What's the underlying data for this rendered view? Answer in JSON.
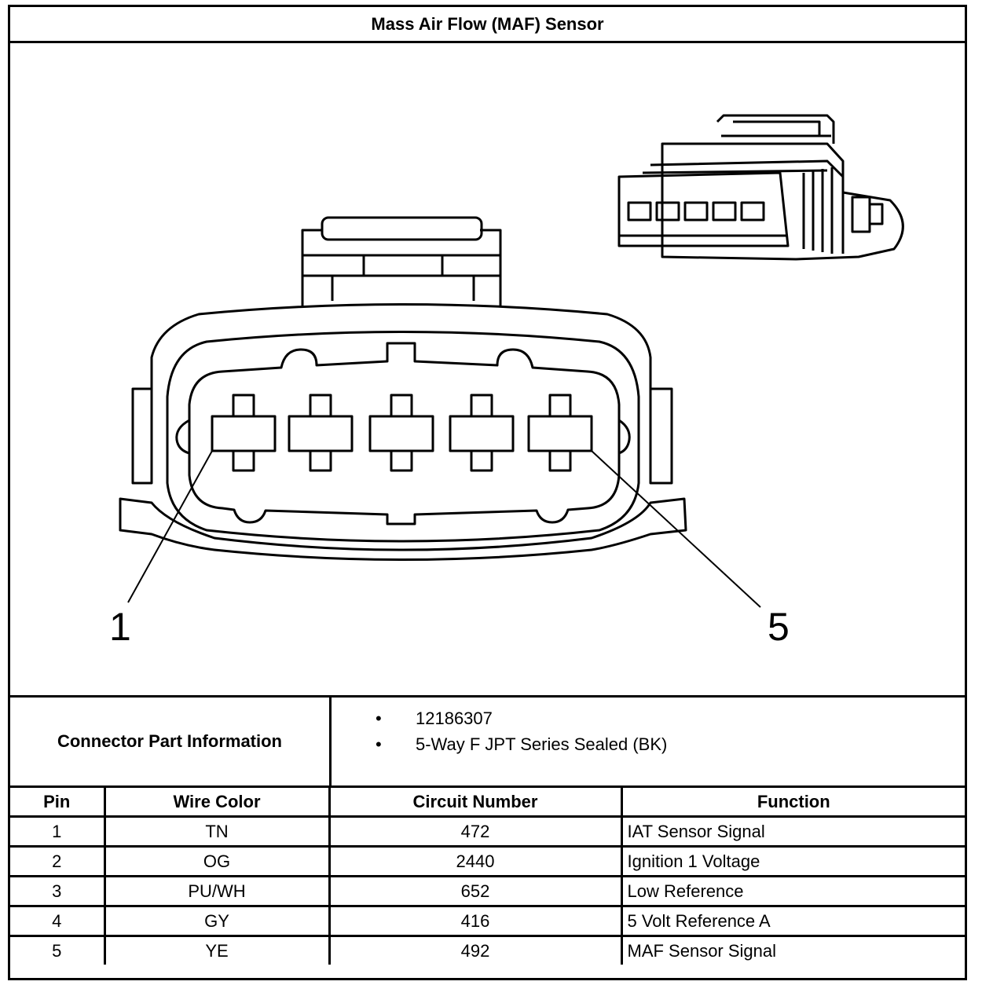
{
  "title": "Mass Air Flow (MAF) Sensor",
  "callouts": {
    "first": "1",
    "last": "5"
  },
  "connector": {
    "label": "Connector Part Information",
    "items": [
      "12186307",
      "5-Way F JPT Series Sealed (BK)"
    ],
    "bullet": "•"
  },
  "table": {
    "headers": [
      "Pin",
      "Wire Color",
      "Circuit Number",
      "Function"
    ],
    "rows": [
      [
        "1",
        "TN",
        "472",
        "IAT Sensor Signal"
      ],
      [
        "2",
        "OG",
        "2440",
        "Ignition 1 Voltage"
      ],
      [
        "3",
        "PU/WH",
        "652",
        "Low Reference"
      ],
      [
        "4",
        "GY",
        "416",
        "5 Volt Reference A"
      ],
      [
        "5",
        "YE",
        "492",
        "MAF Sensor Signal"
      ]
    ]
  },
  "icons": {
    "connector_face": "connector-face-diagram",
    "connector_iso": "connector-isometric-view"
  }
}
